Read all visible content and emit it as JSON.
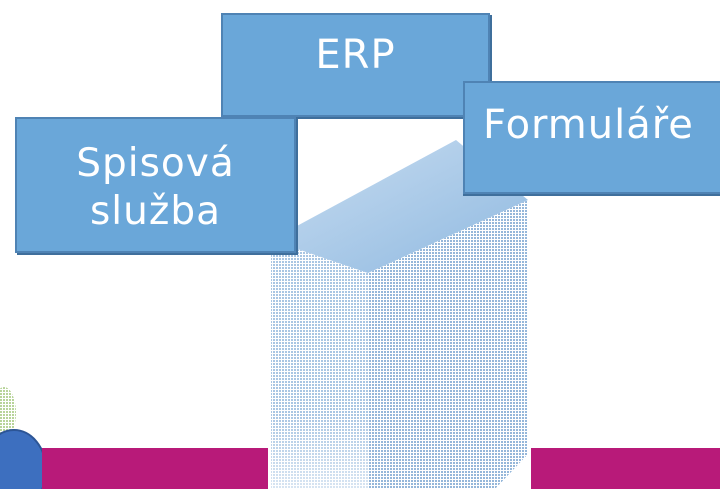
{
  "diagram": {
    "boxes": [
      {
        "id": "erp",
        "label": "ERP"
      },
      {
        "id": "spisova-sluzba",
        "label": "Spisová\nslužba"
      },
      {
        "id": "formulare",
        "label": "Formuláře"
      }
    ]
  },
  "colors": {
    "box_fill": "#6aa7d9",
    "box_border": "#4f83b4",
    "box_text": "#ffffff",
    "accent_bar": "#b81a79",
    "server_fill": "#8fb9e0",
    "person_icon": "#3d6fbf"
  },
  "icons": [
    "server-icon",
    "person-icon"
  ]
}
